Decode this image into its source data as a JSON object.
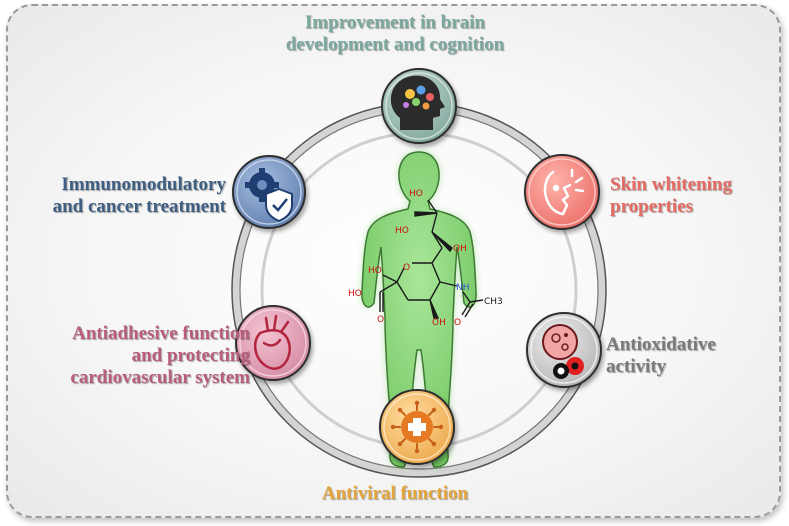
{
  "labels": {
    "brain": [
      "Improvement in brain",
      "development and cognition"
    ],
    "immuno": [
      "Immunomodulatory",
      "and cancer treatment"
    ],
    "skin": [
      "Skin whitening",
      "properties"
    ],
    "antiadhesive": [
      "Antiadhesive function",
      "and protecting",
      "cardiovascular system"
    ],
    "antioxidative": [
      "Antioxidative",
      "activity"
    ],
    "antiviral": [
      "Antiviral function"
    ]
  },
  "molecule": {
    "groups": [
      "HO",
      "HO",
      "OH",
      "HO",
      "O",
      "NH",
      "HO",
      "OH",
      "O",
      "CH3",
      "O"
    ]
  },
  "icons": {
    "brain": "head-gears-icon",
    "immuno": "gear-shield-icon",
    "skin": "face-sparkle-icon",
    "antiadhesive": "heart-anatomy-icon",
    "antioxidative": "cell-radical-icon",
    "antiviral": "virus-cross-icon"
  },
  "colors": {
    "brain": "#8fb3aa",
    "immuno": "#6f8fbf",
    "skin": "#ef7f77",
    "antiadhesive": "#d98aa5",
    "antioxidative": "#9a9a9a",
    "antiviral": "#f0b456",
    "body": "#7ed36b"
  }
}
